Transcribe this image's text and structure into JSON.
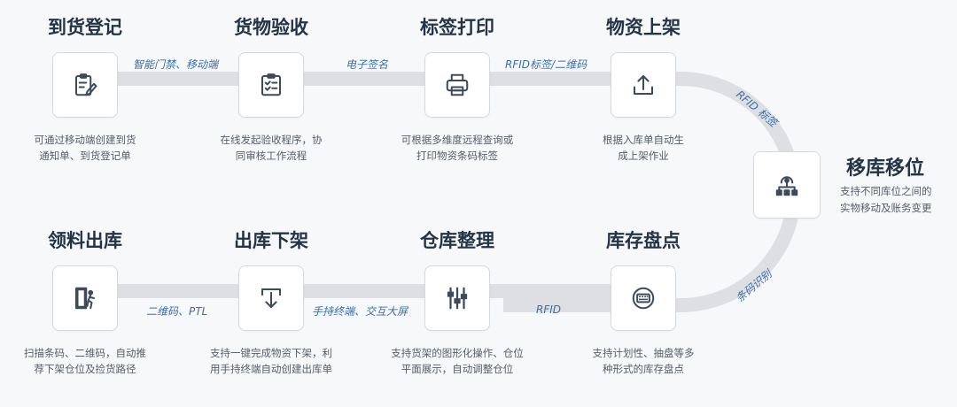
{
  "top_row": [
    {
      "title": "到货登记",
      "desc": "可通过移动端创建到货\n通知单、到货登记单",
      "icon": "clipboard-edit-icon"
    },
    {
      "title": "货物验收",
      "desc": "在线发起验收程序，协\n同审核工作流程",
      "icon": "checklist-icon"
    },
    {
      "title": "标签打印",
      "desc": "可根据多维度远程查询或\n打印物资条码标签",
      "icon": "printer-icon"
    },
    {
      "title": "物资上架",
      "desc": "根据入库单自动生\n成上架作业",
      "icon": "upload-icon"
    }
  ],
  "side_node": {
    "title": "移库移位",
    "desc": "支持不同库位之间的\n实物移动及账务变更",
    "icon": "network-icon"
  },
  "bottom_row": [
    {
      "title": "领料出库",
      "desc": "扫描条码、二维码，自动推\n荐下架仓位及捡货路径",
      "icon": "exit-door-icon"
    },
    {
      "title": "出库下架",
      "desc": "支持一键完成物资下架，利\n用手持终端自动创建出库单",
      "icon": "download-icon"
    },
    {
      "title": "仓库整理",
      "desc": "支持货架的图形化操作、仓位\n平面展示，自动调整仓位",
      "icon": "sliders-icon"
    },
    {
      "title": "库存盘点",
      "desc": "支持计划性、抽盘等多\n种形式的库存盘点",
      "icon": "keyboard-icon"
    }
  ],
  "connector_tags": {
    "top_1": "智能门禁、移动端",
    "top_2": "电子签名",
    "top_3": "RFID标签/二维码",
    "arc_top": "RFID 标签",
    "arc_bottom": "条码识别",
    "bottom_1": "二维码、PTL",
    "bottom_2": "手持终端、交互大屏",
    "bottom_3": "RFID"
  },
  "colors": {
    "track": "#dedfe2",
    "tag": "#3a6fb0",
    "title": "#243447",
    "icon": "#3d4a5c"
  }
}
